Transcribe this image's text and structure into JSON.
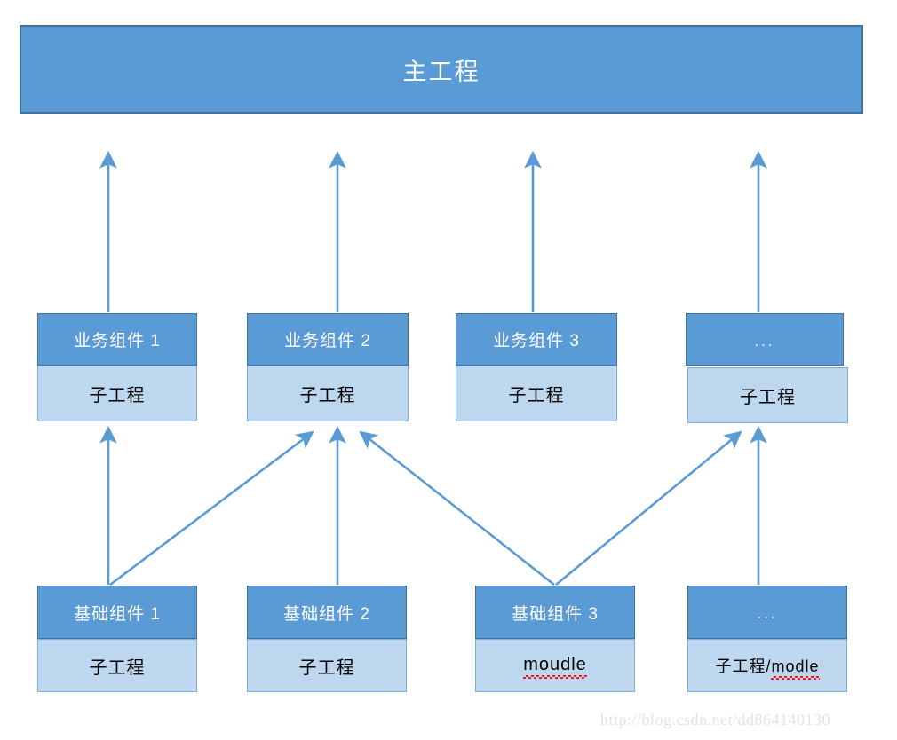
{
  "diagram": {
    "title_box": {
      "label": "主工程"
    },
    "business_row": [
      {
        "header": "业务组件 1",
        "body": "子工程"
      },
      {
        "header": "业务组件 2",
        "body": "子工程"
      },
      {
        "header": "业务组件 3",
        "body": "子工程"
      },
      {
        "header": "...",
        "body": "子工程"
      }
    ],
    "base_row": [
      {
        "header": "基础组件 1",
        "body": "子工程",
        "body_misspelled": ""
      },
      {
        "header": "基础组件 2",
        "body": "子工程",
        "body_misspelled": ""
      },
      {
        "header": "基础组件 3",
        "body": "",
        "body_misspelled": "moudle"
      },
      {
        "header": "...",
        "body": "子工程/",
        "body_misspelled": "modle"
      }
    ],
    "colors": {
      "header_fill": "#5B9BD5",
      "header_stroke": "#41719C",
      "body_fill": "#BDD7EE",
      "body_stroke": "#7FAEDA",
      "arrow": "#5B9BD5",
      "title_text": "#FFFFFF",
      "body_text": "#000000",
      "spellcheck_underline": "#FF0000",
      "watermark_text": "#E3E3E3"
    },
    "arrows": {
      "business_to_main": [
        {
          "from": "业务组件 1",
          "to": "主工程"
        },
        {
          "from": "业务组件 2",
          "to": "主工程"
        },
        {
          "from": "业务组件 3",
          "to": "主工程"
        },
        {
          "from": "...",
          "to": "主工程"
        }
      ],
      "base_to_business": [
        {
          "from": "基础组件 1",
          "to": "业务组件 1"
        },
        {
          "from": "基础组件 1",
          "to": "业务组件 2"
        },
        {
          "from": "基础组件 2",
          "to": "业务组件 2"
        },
        {
          "from": "基础组件 3",
          "to": "业务组件 2"
        },
        {
          "from": "基础组件 3",
          "to": "..."
        },
        {
          "from": "...",
          "to": "..."
        }
      ]
    }
  },
  "watermark": {
    "text": "http://blog.csdn.net/dd864140130"
  }
}
